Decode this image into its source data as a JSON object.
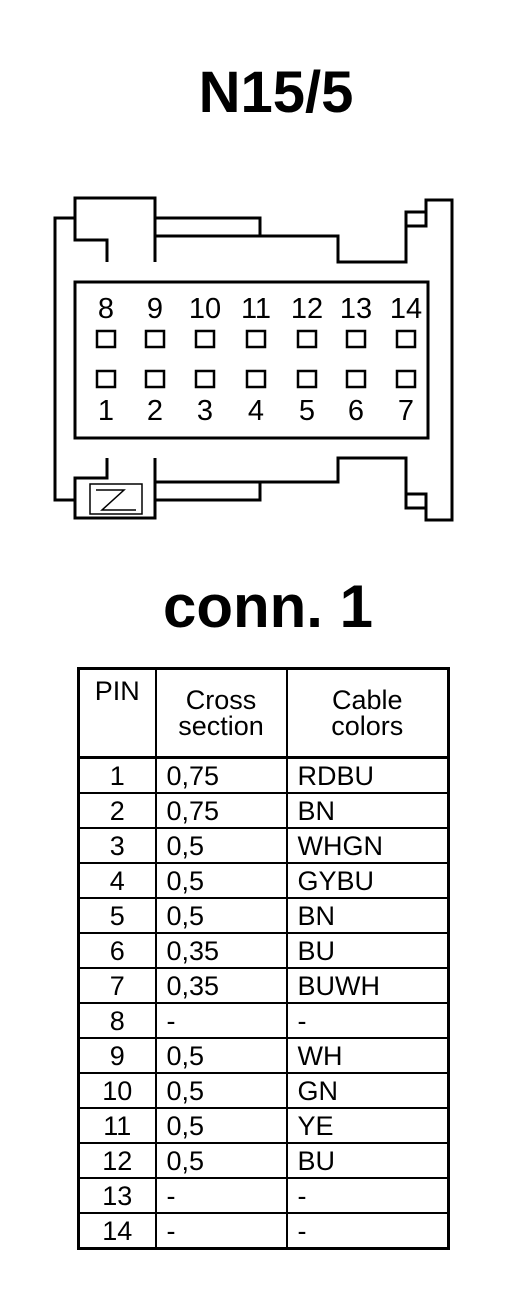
{
  "title": "N15/5",
  "subtitle": "conn. 1",
  "connector": {
    "top_row_pins": [
      "8",
      "9",
      "10",
      "11",
      "12",
      "13",
      "14"
    ],
    "bottom_row_pins": [
      "1",
      "2",
      "3",
      "4",
      "5",
      "6",
      "7"
    ]
  },
  "table": {
    "headers": {
      "pin": "PIN",
      "cross_line1": "Cross",
      "cross_line2": "section",
      "color_line1": "Cable",
      "color_line2": "colors"
    },
    "rows": [
      {
        "pin": "1",
        "cross": "0,75",
        "color": "RDBU"
      },
      {
        "pin": "2",
        "cross": "0,75",
        "color": "BN"
      },
      {
        "pin": "3",
        "cross": "0,5",
        "color": "WHGN"
      },
      {
        "pin": "4",
        "cross": "0,5",
        "color": "GYBU"
      },
      {
        "pin": "5",
        "cross": "0,5",
        "color": "BN"
      },
      {
        "pin": "6",
        "cross": "0,35",
        "color": "BU"
      },
      {
        "pin": "7",
        "cross": "0,35",
        "color": "BUWH"
      },
      {
        "pin": "8",
        "cross": "-",
        "color": "-"
      },
      {
        "pin": "9",
        "cross": "0,5",
        "color": "WH"
      },
      {
        "pin": "10",
        "cross": "0,5",
        "color": "GN"
      },
      {
        "pin": "11",
        "cross": "0,5",
        "color": "YE"
      },
      {
        "pin": "12",
        "cross": "0,5",
        "color": "BU"
      },
      {
        "pin": "13",
        "cross": "-",
        "color": "-"
      },
      {
        "pin": "14",
        "cross": "-",
        "color": "-"
      }
    ]
  }
}
